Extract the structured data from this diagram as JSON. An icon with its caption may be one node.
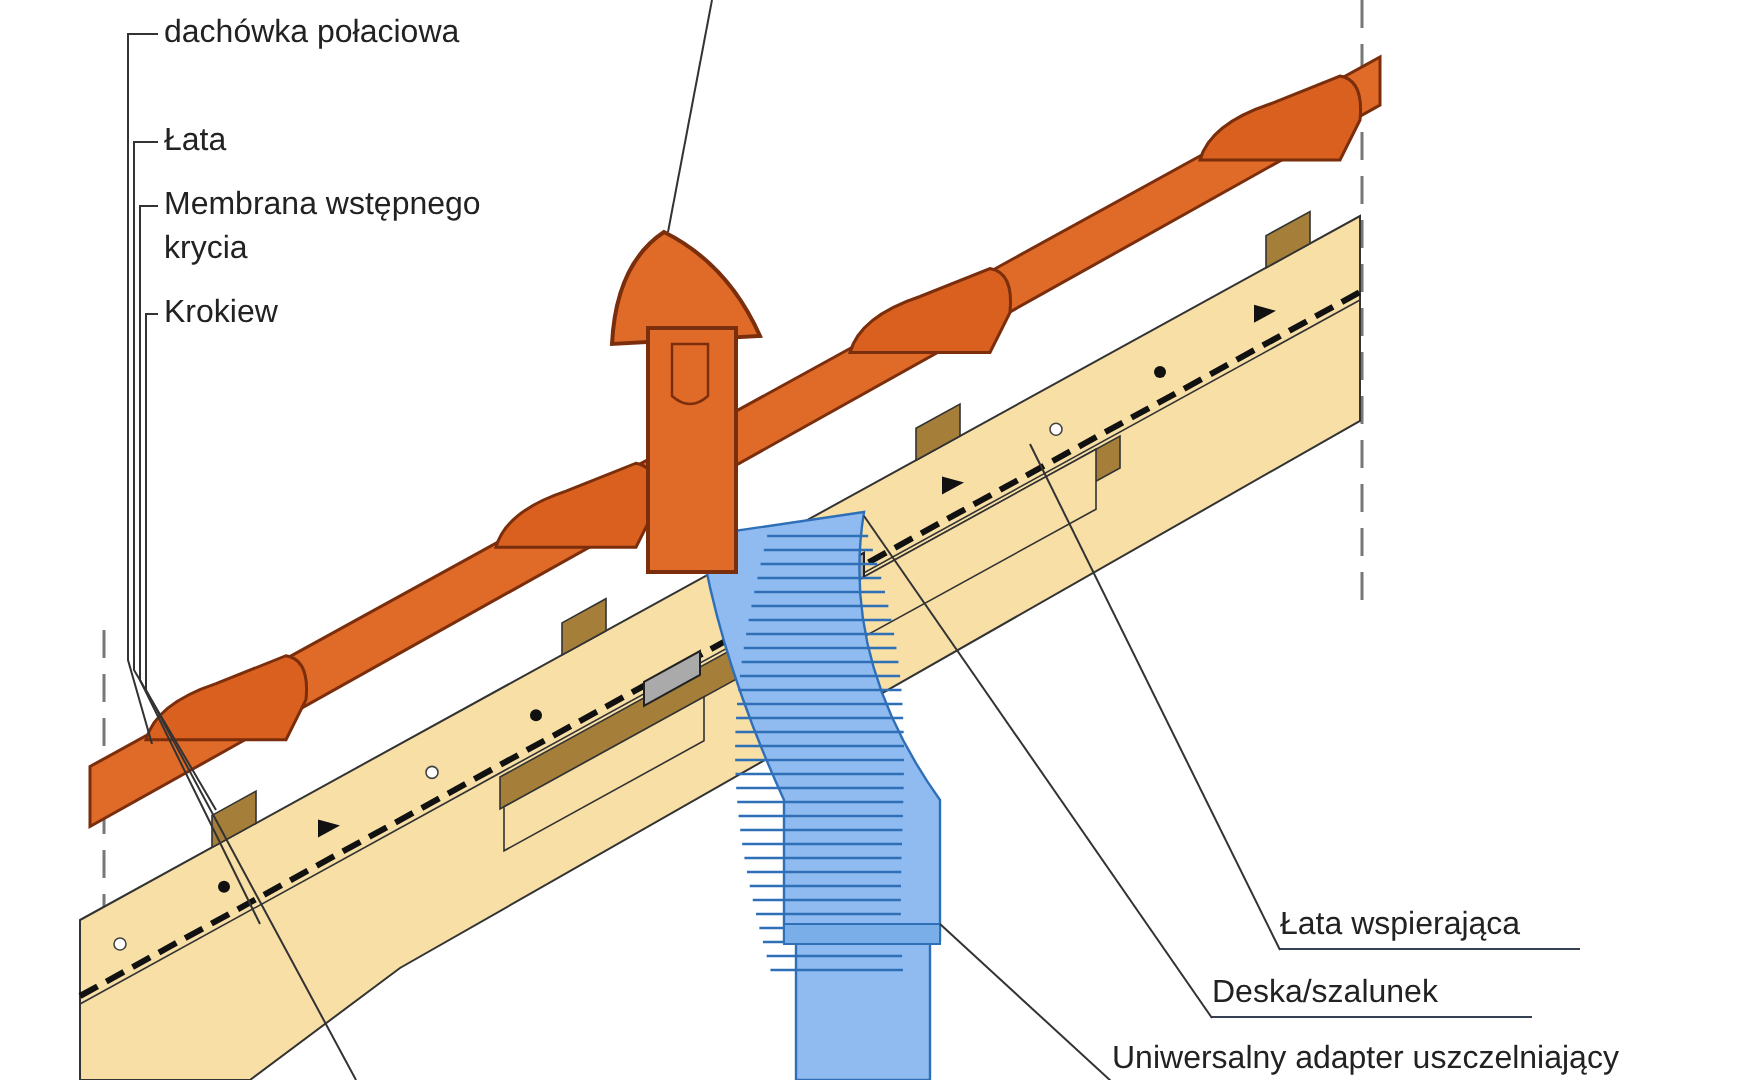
{
  "diagram": {
    "nodes": [
      {
        "text": [
          "dachówka połaciowa"
        ]
      },
      {
        "text": [
          "Łata"
        ]
      },
      {
        "text": [
          "Membrana wstępnego krycia"
        ]
      },
      {
        "text": [
          "Krokiew"
        ]
      },
      {
        "text": [
          "Łata wspierająca"
        ]
      },
      {
        "text": [
          "Deska/szalunek"
        ]
      },
      {
        "text": [
          "Uniwersalny adapter uszczelniający"
        ]
      },
      {
        "text": [],
        "shape": "picture"
      }
    ],
    "edges": [
      {
        "from": 0,
        "to": null,
        "arrow": "none"
      },
      {
        "from": 1,
        "to": null,
        "arrow": "none"
      },
      {
        "from": 2,
        "to": null,
        "arrow": "none"
      },
      {
        "from": 3,
        "to": null,
        "arrow": "none"
      },
      {
        "from": 4,
        "to": null,
        "arrow": "none"
      },
      {
        "from": 5,
        "to": null,
        "arrow": "none"
      },
      {
        "from": 6,
        "to": null,
        "arrow": "none"
      },
      {
        "from": null,
        "to": 7,
        "arrow": "none"
      }
    ]
  }
}
